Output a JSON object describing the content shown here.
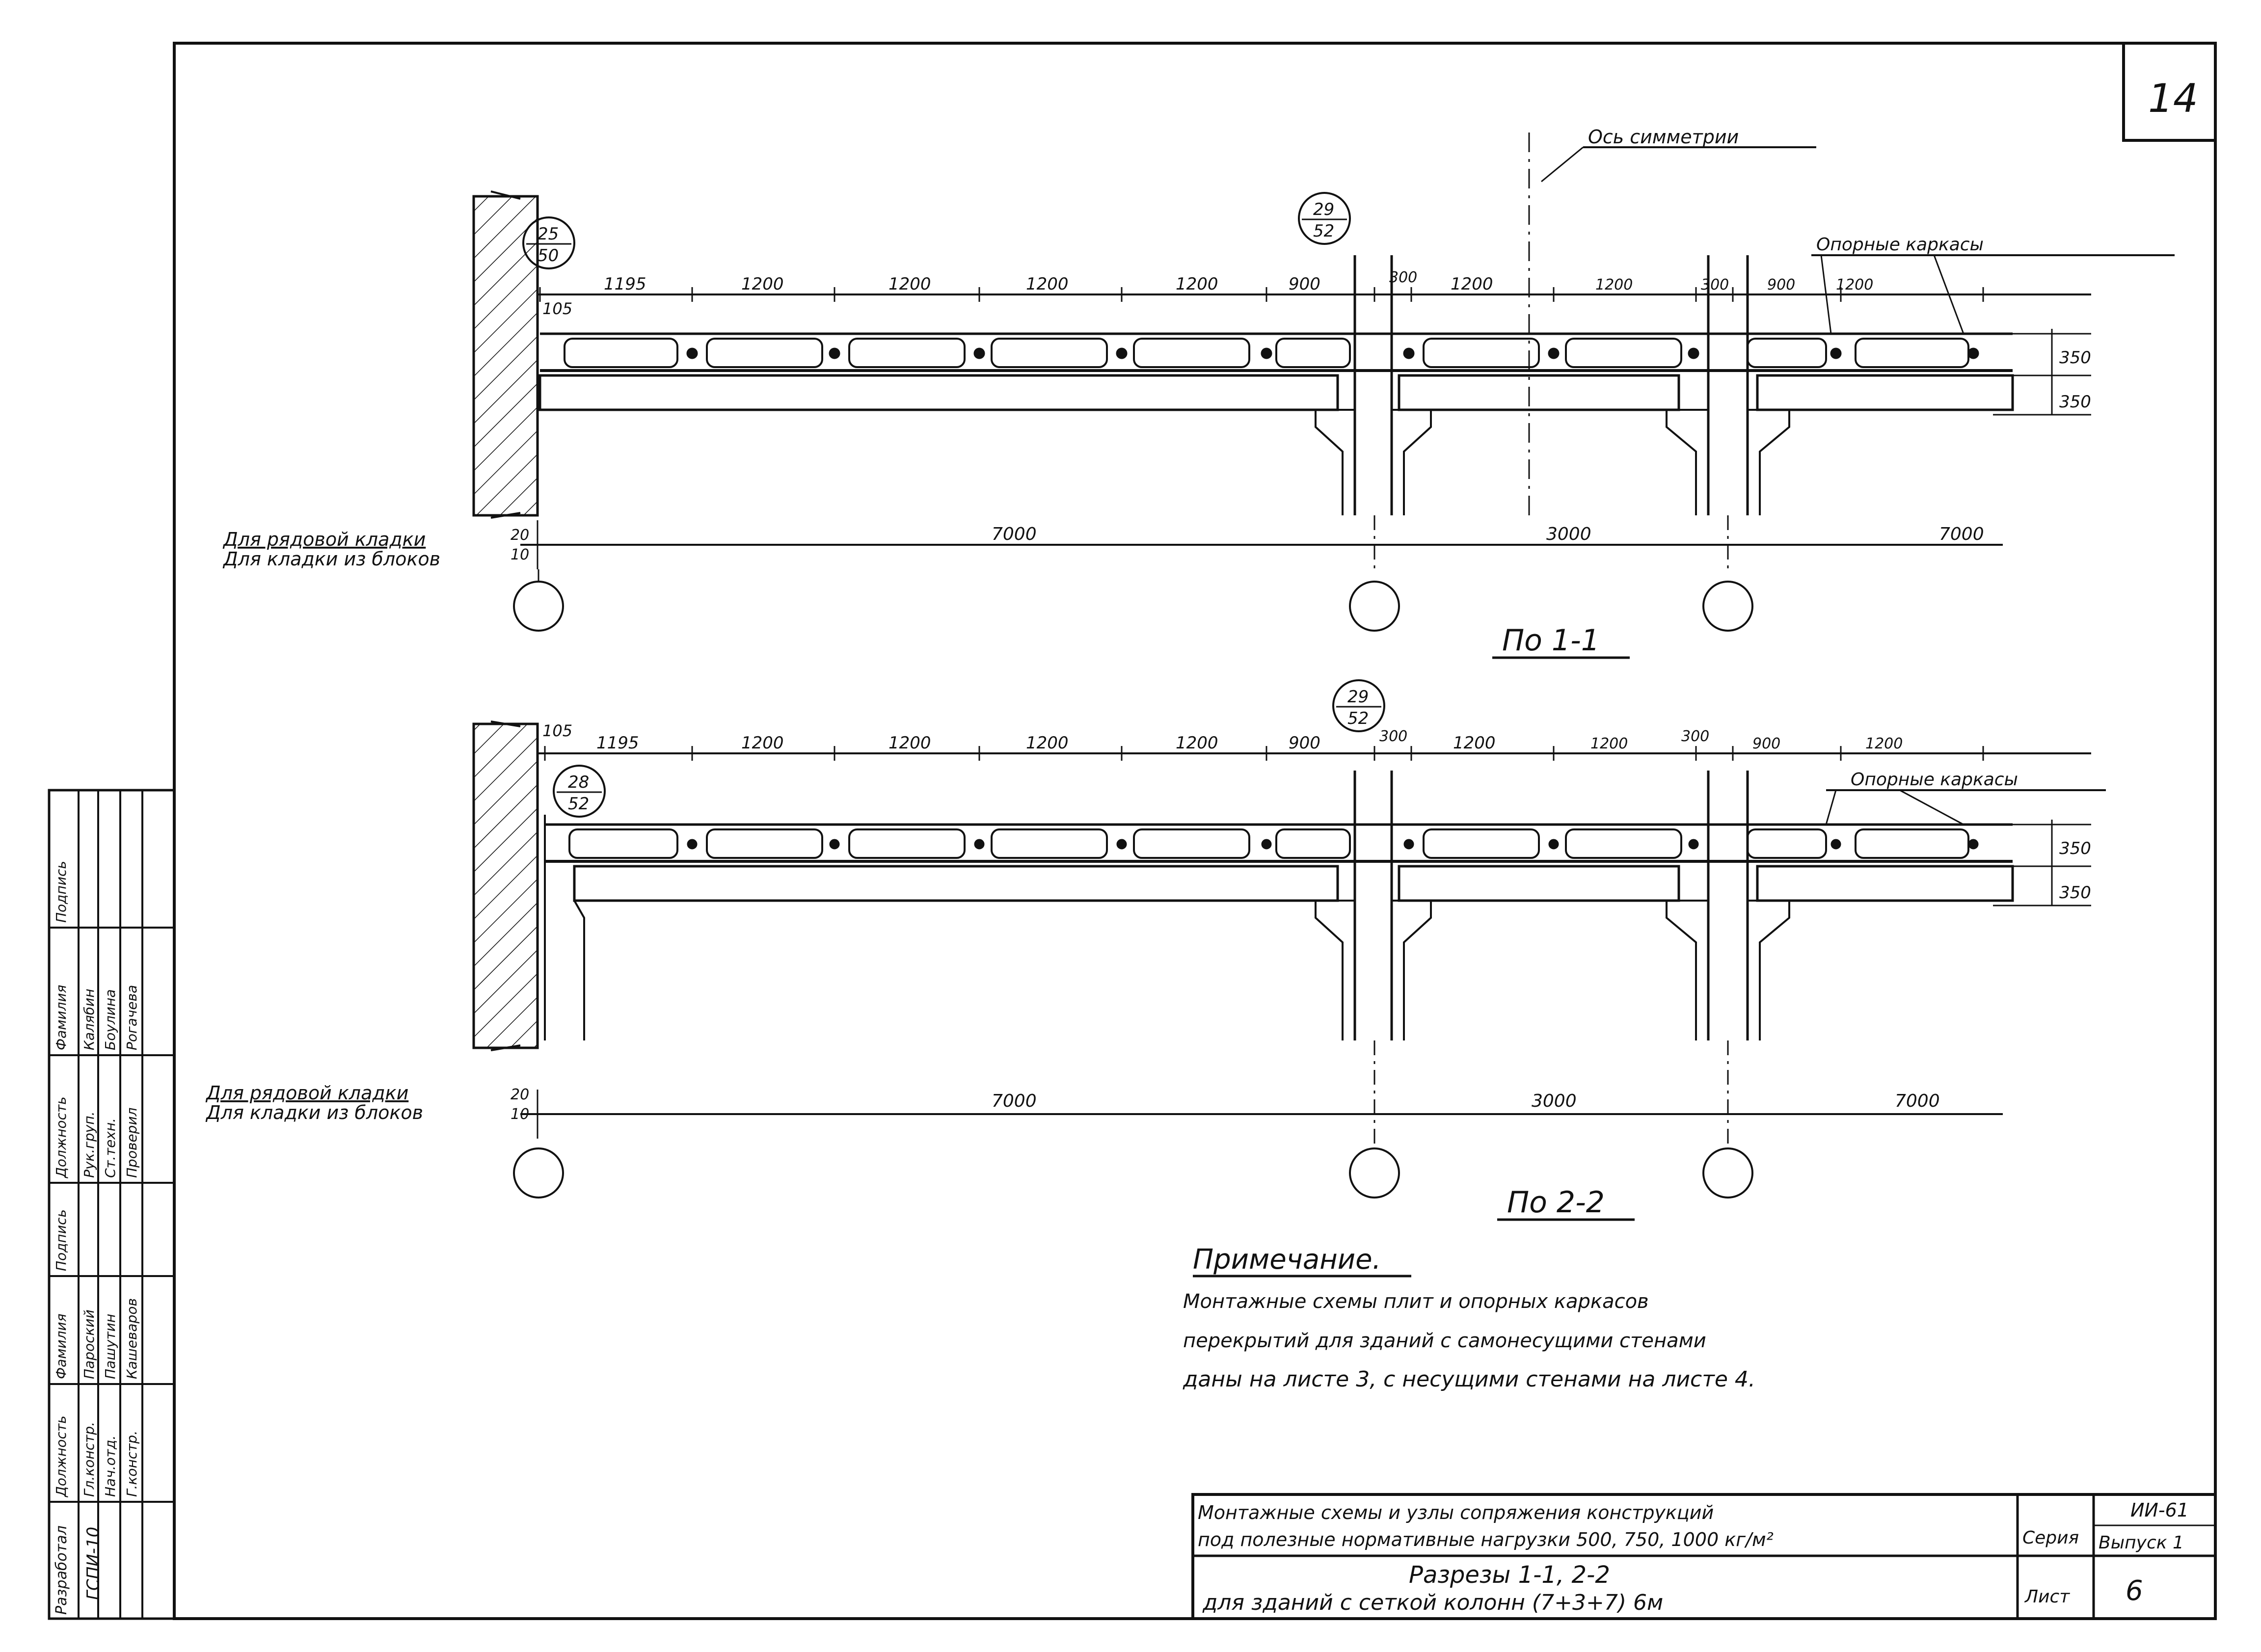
{
  "sheet_number": "14",
  "axis_label": "Ось симметрии",
  "support_label": "Опорные каркасы",
  "masonry_label_row": "Для рядовой кладки",
  "masonry_label_block": "Для кладки из блоков",
  "offset_row": "20",
  "offset_block": "10",
  "section1": {
    "caption": "По 1-1",
    "marker_wall": {
      "top": "25",
      "bottom": "50"
    },
    "marker_col": {
      "top": "29",
      "bottom": "52"
    },
    "dim_edge": "105",
    "dims_top": [
      "1195",
      "1200",
      "1200",
      "1200",
      "1200",
      "900",
      "300",
      "1200",
      "1200",
      "300",
      "900",
      "1200"
    ],
    "heights": [
      "350",
      "350"
    ],
    "spans": [
      "7000",
      "3000",
      "7000"
    ]
  },
  "section2": {
    "caption": "По 2-2",
    "marker_wall": {
      "top": "28",
      "bottom": "52"
    },
    "marker_col": {
      "top": "29",
      "bottom": "52"
    },
    "dim_edge": "105",
    "dims_top": [
      "1195",
      "1200",
      "1200",
      "1200",
      "1200",
      "900",
      "300",
      "1200",
      "1200",
      "300",
      "900",
      "1200"
    ],
    "heights": [
      "350",
      "350"
    ],
    "spans": [
      "7000",
      "3000",
      "7000"
    ]
  },
  "note": {
    "title": "Примечание.",
    "lines": [
      "Монтажные схемы плит и опорных каркасов",
      "перекрытий для зданий с самонесущими стенами",
      "даны на листе 3, с несущими стенами на листе 4."
    ]
  },
  "title_block": {
    "title_line1": "Монтажные схемы и узлы сопряжения конструкций",
    "title_line2": "под полезные нормативные нагрузки 500, 750, 1000 кг/м²",
    "series_label": "Серия",
    "series_value": "ИИ-61",
    "issue_label": "Выпуск 1",
    "drawing_line1": "Разрезы 1-1, 2-2",
    "drawing_line2": "для зданий с сеткой колонн (7+3+7) 6м",
    "sheet_label": "Лист",
    "sheet_value": "6"
  },
  "stamp": {
    "org": "Разработал",
    "code": "ГСПИ-10",
    "headers": [
      "Должность",
      "Фамилия",
      "Подпись",
      "Должность",
      "Фамилия",
      "Подпись"
    ],
    "col1": [
      "Гл.констр.",
      "Нач.отд.",
      "Г.констр."
    ],
    "col2": [
      "Пароский",
      "Пашутин",
      "Кашеваров"
    ],
    "col4": [
      "Рук.груп.",
      "Ст.техн.",
      "Проверил"
    ],
    "col5": [
      "Калябин",
      "Боулина",
      "Рогачева"
    ]
  }
}
